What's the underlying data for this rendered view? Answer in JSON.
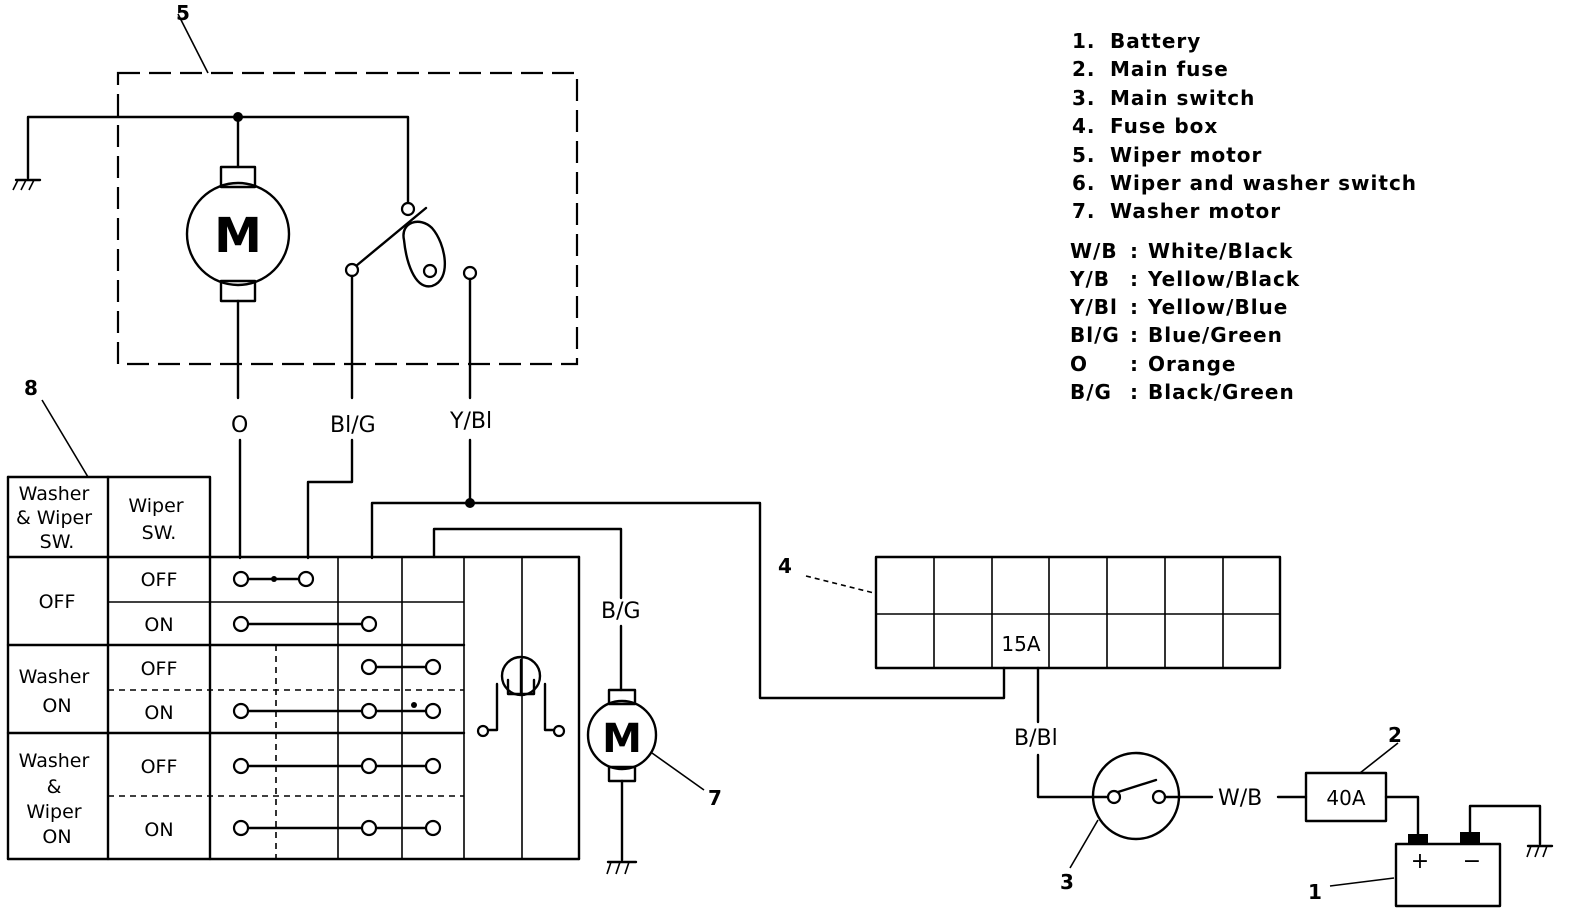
{
  "legend": {
    "components": [
      {
        "num": "1.",
        "name": "Battery"
      },
      {
        "num": "2.",
        "name": "Main fuse"
      },
      {
        "num": "3.",
        "name": "Main switch"
      },
      {
        "num": "4.",
        "name": "Fuse box"
      },
      {
        "num": "5.",
        "name": "Wiper motor"
      },
      {
        "num": "6.",
        "name": "Wiper and washer switch"
      },
      {
        "num": "7.",
        "name": "Washer motor"
      }
    ],
    "colors": [
      {
        "code": "W/B",
        "sep": ":",
        "name": "White/Black"
      },
      {
        "code": "Y/B",
        "sep": ":",
        "name": "Yellow/Black"
      },
      {
        "code": "Y/Bl",
        "sep": ":",
        "name": "Yellow/Blue"
      },
      {
        "code": "Bl/G",
        "sep": ":",
        "name": "Blue/Green"
      },
      {
        "code": "O",
        "sep": ":",
        "name": "Orange"
      },
      {
        "code": "B/G",
        "sep": ":",
        "name": "Black/Green"
      }
    ]
  },
  "callouts": {
    "c1": "1",
    "c2": "2",
    "c3": "3",
    "c4": "4",
    "c5": "5",
    "c6": "8",
    "c7": "7"
  },
  "wires": {
    "orange": "O",
    "blue_green": "Bl/G",
    "yellow_blue": "Y/Bl",
    "black_green": "B/G",
    "black_blue": "B/Bl",
    "white_black": "W/B"
  },
  "motor_symbol": "M",
  "fuse_box": {
    "fuse_rating": "15A"
  },
  "main_fuse": {
    "rating": "40A"
  },
  "battery": {
    "plus": "+",
    "minus": "−"
  },
  "switch_table": {
    "header_col1_lines": [
      "Washer",
      "& Wiper",
      "SW."
    ],
    "header_col2_lines": [
      "Wiper",
      "SW."
    ],
    "groups": [
      {
        "lines": [
          "OFF"
        ],
        "rows": [
          "OFF",
          "ON"
        ]
      },
      {
        "lines": [
          "Washer",
          "ON"
        ],
        "rows": [
          "OFF",
          "ON"
        ]
      },
      {
        "lines": [
          "Washer",
          "&",
          "Wiper",
          "ON"
        ],
        "rows": [
          "OFF",
          "ON"
        ]
      }
    ]
  }
}
